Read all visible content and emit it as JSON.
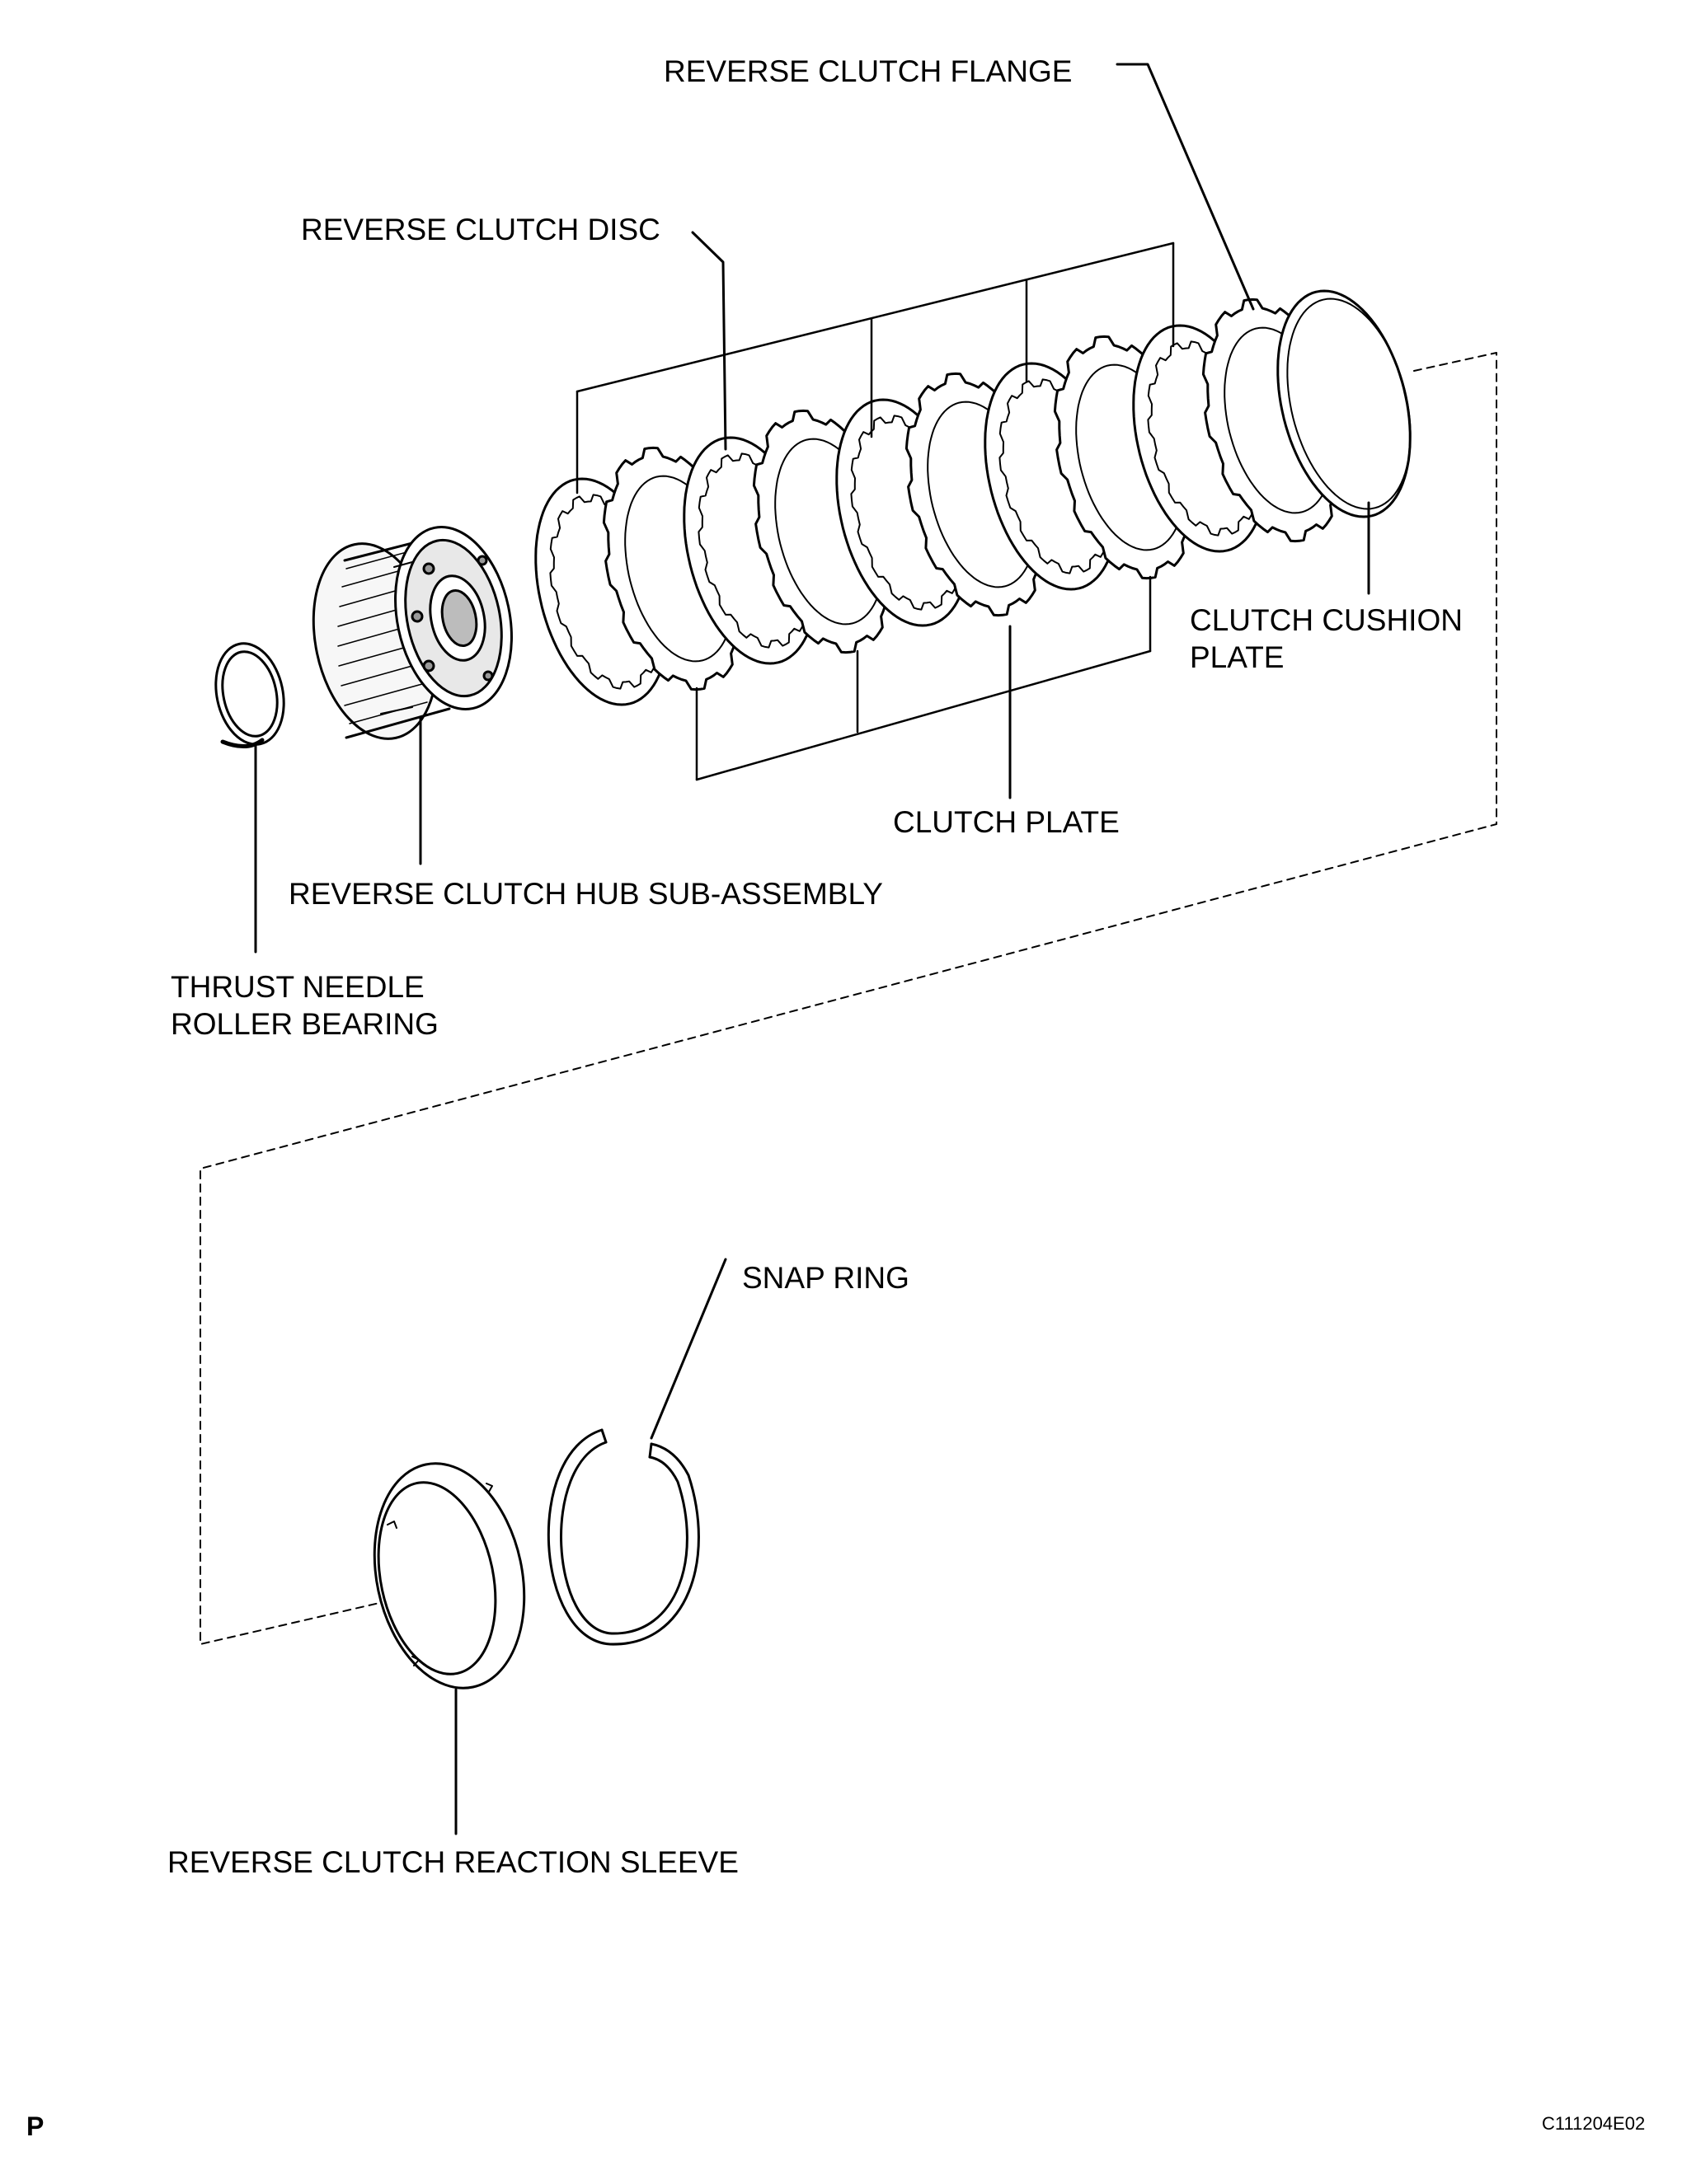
{
  "diagram": {
    "labels": {
      "reverse_clutch_flange": "REVERSE CLUTCH FLANGE",
      "reverse_clutch_disc": "REVERSE CLUTCH DISC",
      "clutch_cushion_plate_line1": "CLUTCH CUSHION",
      "clutch_cushion_plate_line2": "PLATE",
      "clutch_plate": "CLUTCH PLATE",
      "reverse_clutch_hub": "REVERSE CLUTCH HUB SUB-ASSEMBLY",
      "thrust_bearing_line1": "THRUST NEEDLE",
      "thrust_bearing_line2": "ROLLER BEARING",
      "snap_ring": "SNAP RING",
      "reaction_sleeve": "REVERSE CLUTCH REACTION SLEEVE"
    },
    "page_marker": "P",
    "figure_code": "C111204E02"
  }
}
